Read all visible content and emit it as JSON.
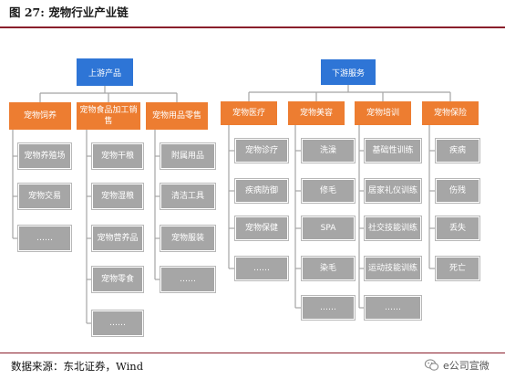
{
  "figure": {
    "title": "图  27:  宠物行业产业链"
  },
  "source": "数据来源：东北证券，Wind",
  "watermark": {
    "text": "e公司宣微"
  },
  "colors": {
    "root": "#2e75d6",
    "category": "#ed7d31",
    "item": "#a6a6a6",
    "rule": "#8a1f2b"
  },
  "upstream": {
    "root": "上游产品",
    "categories": [
      {
        "label": "宠物饲养",
        "items": [
          "宠物养殖场",
          "宠物交易",
          "……"
        ]
      },
      {
        "label": "宠物食品加工销售",
        "items": [
          "宠物干粮",
          "宠物湿粮",
          "宠物营养品",
          "宠物零食",
          "……"
        ]
      },
      {
        "label": "宠物用品零售",
        "items": [
          "附属用品",
          "清洁工具",
          "宠物服装",
          "……"
        ]
      }
    ]
  },
  "downstream": {
    "root": "下游服务",
    "categories": [
      {
        "label": "宠物医疗",
        "items": [
          "宠物诊疗",
          "疾病防御",
          "宠物保健",
          "……"
        ]
      },
      {
        "label": "宠物美容",
        "items": [
          "洗澡",
          "修毛",
          "SPA",
          "染毛",
          "……"
        ]
      },
      {
        "label": "宠物培训",
        "items": [
          "基础性训练",
          "居家礼仪训练",
          "社交技能训练",
          "运动技能训练",
          "……"
        ]
      },
      {
        "label": "宠物保险",
        "items": [
          "疾病",
          "伤残",
          "丢失",
          "死亡"
        ]
      }
    ]
  }
}
